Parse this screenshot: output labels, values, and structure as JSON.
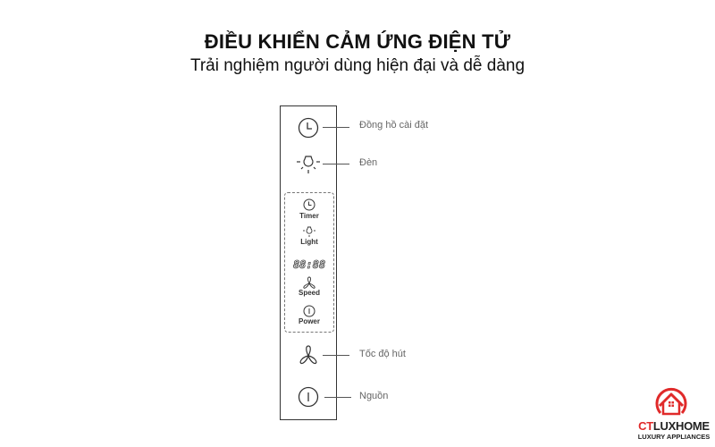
{
  "header": {
    "title": "ĐIỀU KHIỂN CẢM ỨNG ĐIỆN TỬ",
    "subtitle": "Trải nghiệm người dùng hiện đại và dễ dàng"
  },
  "panel": {
    "buttons": [
      {
        "icon": "clock-icon",
        "callout": "Đồng hồ cài đặt"
      },
      {
        "icon": "light-icon",
        "callout": "Đèn"
      },
      {
        "icon": "fan-icon",
        "callout": "Tốc độ hút"
      },
      {
        "icon": "power-icon",
        "callout": "Nguồn"
      }
    ],
    "detail": {
      "items": [
        {
          "icon": "clock-icon",
          "label": "Timer"
        },
        {
          "icon": "light-icon",
          "label": "Light"
        },
        {
          "icon": "display-icon",
          "label": "88:88"
        },
        {
          "icon": "fan-icon",
          "label": "Speed"
        },
        {
          "icon": "power-icon",
          "label": "Power"
        }
      ]
    }
  },
  "logo": {
    "brand_part1": "CT",
    "brand_part2": "LUXHOME",
    "tagline": "LUXURY APPLIANCES",
    "colors": {
      "red": "#e02a2a",
      "dark": "#222222"
    }
  }
}
